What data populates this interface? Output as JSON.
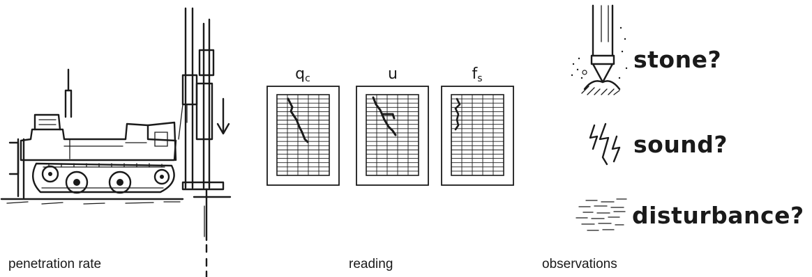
{
  "captions": {
    "left": "penetration rate",
    "middle": "reading",
    "right": "observations"
  },
  "charts": [
    {
      "symbol": "q",
      "subscript": "c",
      "icon": "qc-strip-chart-icon"
    },
    {
      "symbol": "u",
      "subscript": "",
      "icon": "u-strip-chart-icon"
    },
    {
      "symbol": "f",
      "subscript": "s",
      "icon": "fs-strip-chart-icon"
    }
  ],
  "observations": [
    {
      "label": "stone?",
      "icon": "cone-hitting-stone-icon"
    },
    {
      "label": "sound?",
      "icon": "lightning-sound-icon"
    },
    {
      "label": "disturbance?",
      "icon": "disturbance-dashes-icon"
    }
  ],
  "rig": {
    "icon": "crawler-cpt-rig-icon",
    "arrow": "down-arrow-icon"
  }
}
